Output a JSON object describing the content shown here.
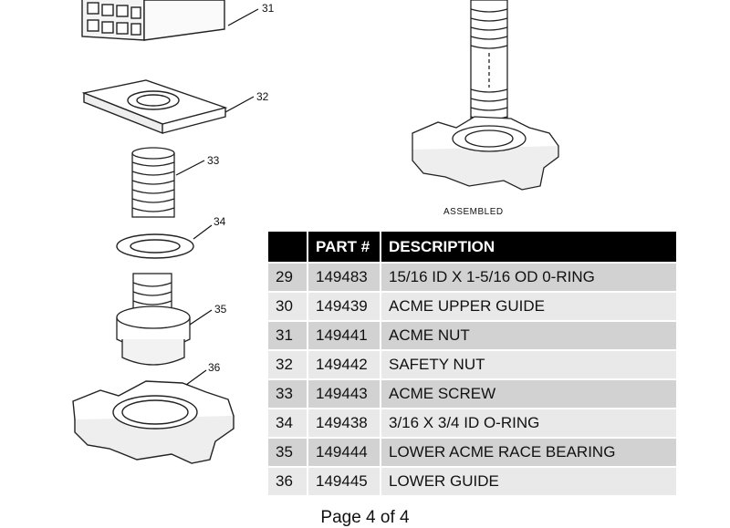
{
  "callouts": [
    "31",
    "32",
    "33",
    "34",
    "35",
    "36"
  ],
  "assembled_caption": "ASSEMBLED",
  "table": {
    "headers": [
      "",
      "PART #",
      "DESCRIPTION"
    ],
    "rows": [
      {
        "item": "29",
        "part": "149483",
        "description": "15/16 ID X 1-5/16 OD 0-RING"
      },
      {
        "item": "30",
        "part": "149439",
        "description": "ACME UPPER GUIDE"
      },
      {
        "item": "31",
        "part": "149441",
        "description": "ACME NUT"
      },
      {
        "item": "32",
        "part": "149442",
        "description": "SAFETY NUT"
      },
      {
        "item": "33",
        "part": "149443",
        "description": "ACME SCREW"
      },
      {
        "item": "34",
        "part": "149438",
        "description": "3/16 X 3/4 ID O-RING"
      },
      {
        "item": "35",
        "part": "149444",
        "description": "LOWER ACME RACE BEARING"
      },
      {
        "item": "36",
        "part": "149445",
        "description": "LOWER GUIDE"
      }
    ]
  },
  "footer": "Page 4 of 4"
}
